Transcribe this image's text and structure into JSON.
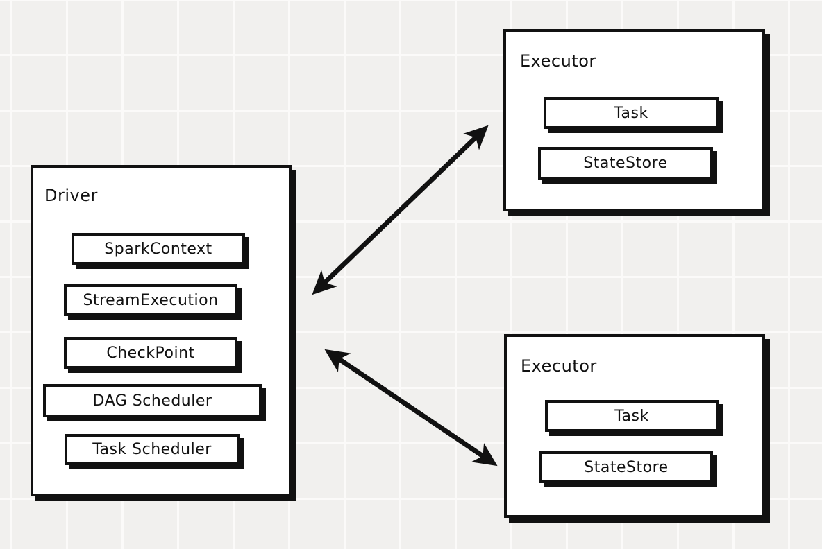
{
  "nodes": {
    "driver": {
      "title": "Driver",
      "components": [
        "SparkContext",
        "StreamExecution",
        "CheckPoint",
        "DAG Scheduler",
        "Task Scheduler"
      ]
    },
    "executor_top": {
      "title": "Executor",
      "components": [
        "Task",
        "StateStore"
      ]
    },
    "executor_bottom": {
      "title": "Executor",
      "components": [
        "Task",
        "StateStore"
      ]
    }
  },
  "connections": [
    {
      "from": "Driver",
      "to": "Executor (top)",
      "style": "double-headed-arrow"
    },
    {
      "from": "Driver",
      "to": "Executor (bottom)",
      "style": "double-headed-arrow"
    }
  ],
  "colors": {
    "stroke": "#111111",
    "node_fill": "#ffffff",
    "canvas_background": "#f1f0ee",
    "grid_line": "#fbfaf9"
  }
}
